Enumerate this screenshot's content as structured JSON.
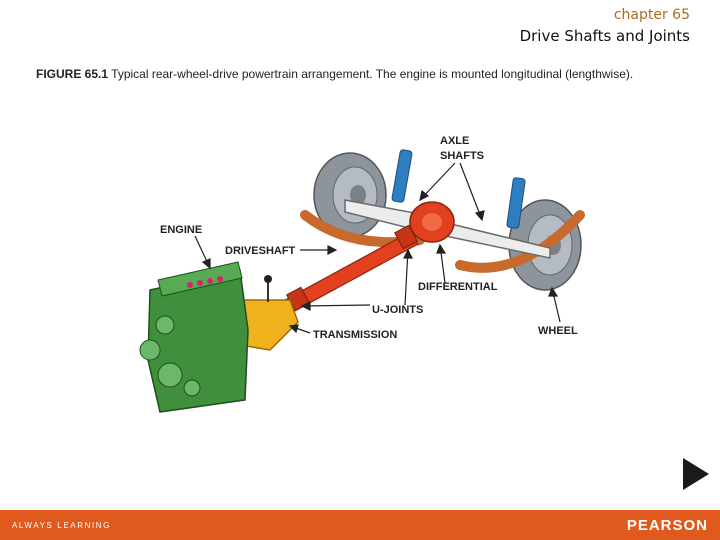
{
  "header": {
    "chapter": "chapter 65",
    "title": "Drive Shafts and Joints"
  },
  "caption": {
    "figure_id": "FIGURE 65.1",
    "text": " Typical rear-wheel-drive powertrain arrangement. The engine is mounted longitudinal (lengthwise)."
  },
  "diagram": {
    "labels": {
      "axle_line1": "AXLE",
      "axle_line2": "SHAFTS",
      "engine": "ENGINE",
      "driveshaft": "DRIVESHAFT",
      "differential": "DIFFERENTIAL",
      "ujoints": "U-JOINTS",
      "transmission": "TRANSMISSION",
      "wheel": "WHEEL"
    },
    "colors": {
      "engine": "#3f8f3c",
      "transmission": "#f0b21c",
      "driveshaft": "#e2401e",
      "axle": "#e8e8e8",
      "tire": "#9aa0a8",
      "shock": "#2e7ec2",
      "spring": "#c86a2e"
    }
  },
  "footer": {
    "tagline": "ALWAYS LEARNING",
    "brand": "PEARSON"
  },
  "nav": {
    "next_icon": "play-triangle-icon"
  }
}
